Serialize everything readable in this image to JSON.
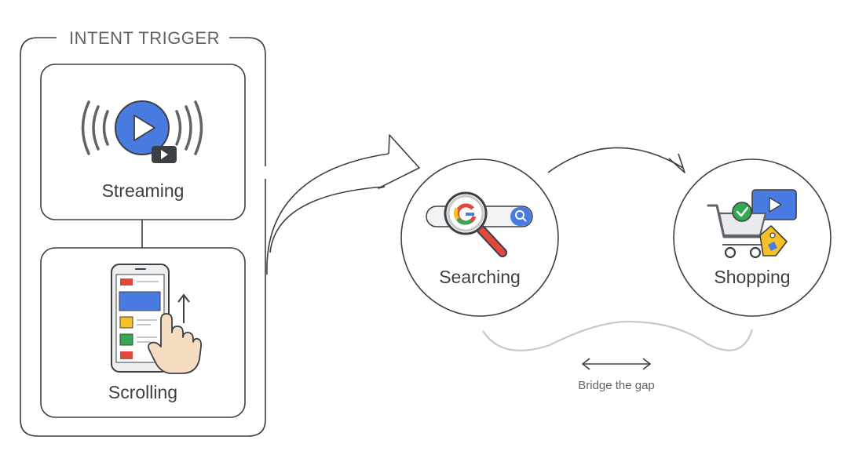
{
  "group": {
    "title": "INTENT TRIGGER"
  },
  "nodes": {
    "streaming": {
      "label": "Streaming",
      "icon": "video-play-broadcast-icon"
    },
    "scrolling": {
      "label": "Scrolling",
      "icon": "phone-scroll-hand-icon"
    },
    "searching": {
      "label": "Searching",
      "icon": "search-magnifier-icon"
    },
    "shopping": {
      "label": "Shopping",
      "icon": "shopping-cart-icon"
    }
  },
  "bridge": {
    "caption": "Bridge the gap",
    "icon": "double-arrow-icon"
  },
  "colors": {
    "blue": "#4a7be0",
    "red": "#e0483d",
    "yellow": "#f6c026",
    "green": "#34a853",
    "stroke": "#3c4043",
    "light_stroke": "#c6c9cc"
  }
}
